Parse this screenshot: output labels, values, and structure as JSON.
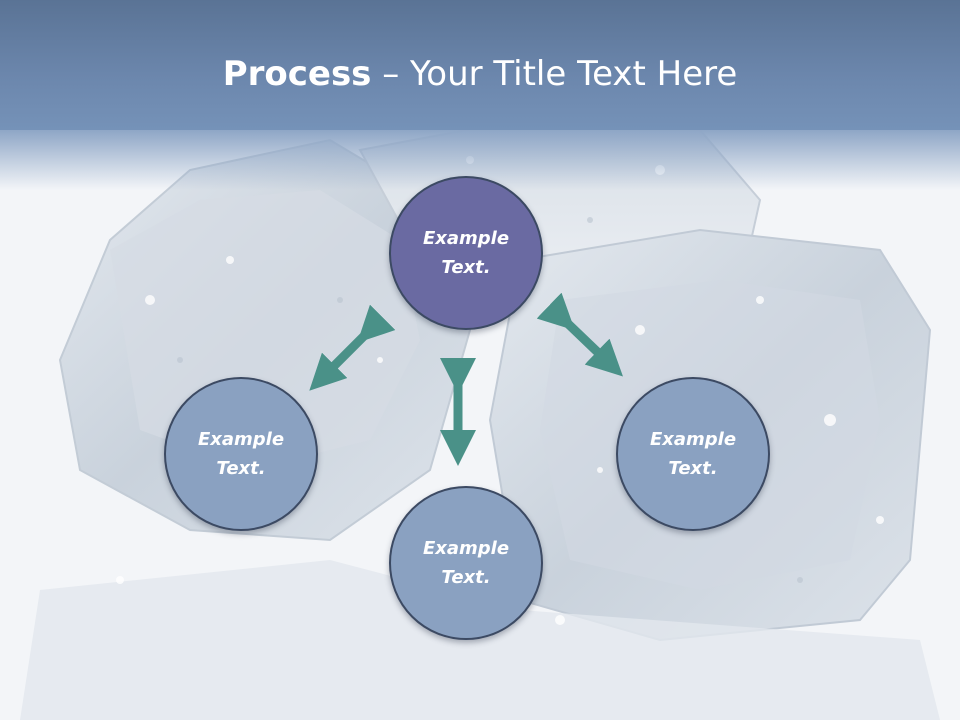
{
  "title": {
    "bold": "Process",
    "rest": " – Your Title Text Here"
  },
  "nodes": {
    "top": "Example\nText.",
    "left": "Example\nText.",
    "right": "Example\nText.",
    "bottom": "Example\nText."
  },
  "colors": {
    "node_highlight": "#6a6aa2",
    "node_default": "#8aa1c1",
    "arrow": "#4a9188",
    "header": "#6c87ad"
  }
}
